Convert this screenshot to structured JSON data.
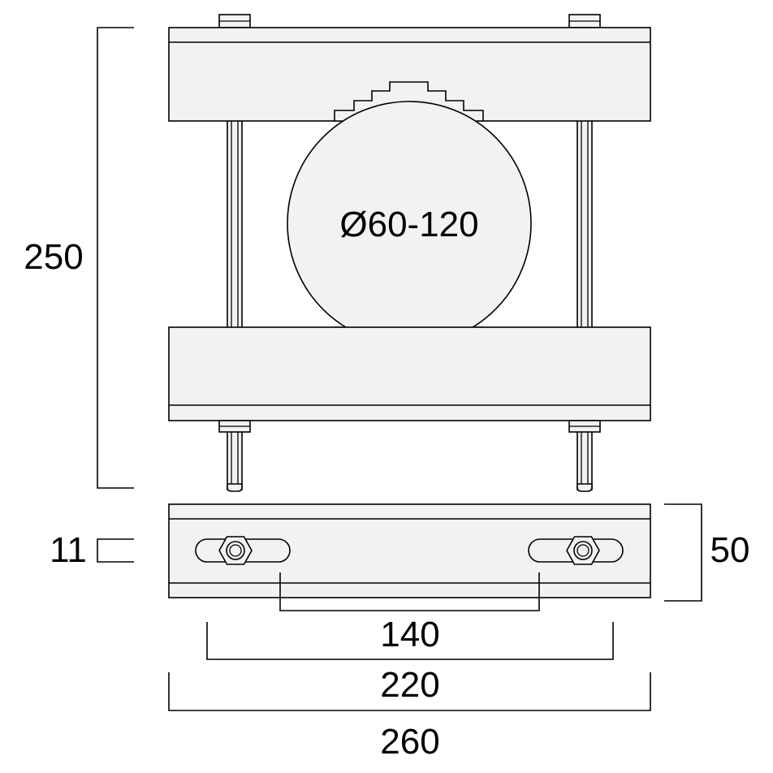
{
  "drawing": {
    "diameter_label": "Ø60-120",
    "dimensions": {
      "height_label": "250",
      "slot_label": "11",
      "plate_height_label": "50",
      "slot_spacing_label": "140",
      "bolt_spacing_label": "220",
      "overall_width_label": "260"
    },
    "colors": {
      "fill": "#f2f2f2",
      "stroke": "#000000",
      "background": "#ffffff"
    }
  }
}
